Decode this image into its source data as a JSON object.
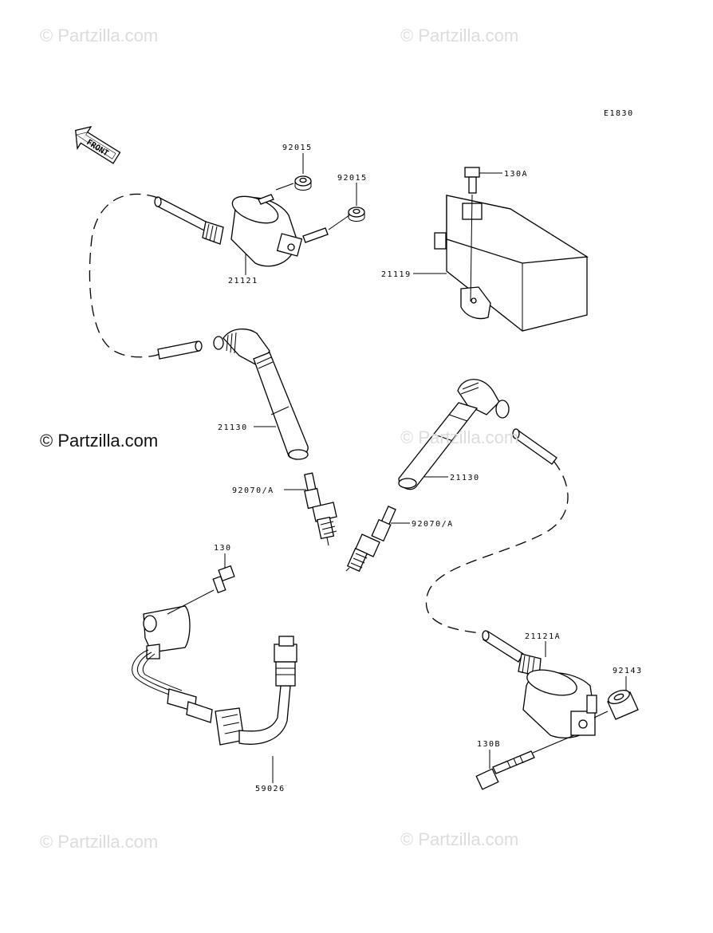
{
  "watermarks": {
    "top_left": "© Partzilla.com",
    "top_right": "© Partzilla.com",
    "middle_left": "© Partzilla.com",
    "middle_right": "© Partzilla.com",
    "bottom_left": "© Partzilla.com",
    "bottom_right": "© Partzilla.com"
  },
  "diagram": {
    "code": "E1830",
    "front_label": "FRONT",
    "labels": {
      "washer_a": "92015",
      "washer_b": "92015",
      "coil_front": "21121",
      "bolt_130a": "130A",
      "igniter": "21119",
      "cap_left": "21130",
      "cap_right": "21130",
      "plug_left": "92070/A",
      "plug_right": "92070/A",
      "bolt_130": "130",
      "sensor": "59026",
      "coil_rear": "21121A",
      "collar": "92143",
      "bolt_130b": "130B"
    }
  }
}
